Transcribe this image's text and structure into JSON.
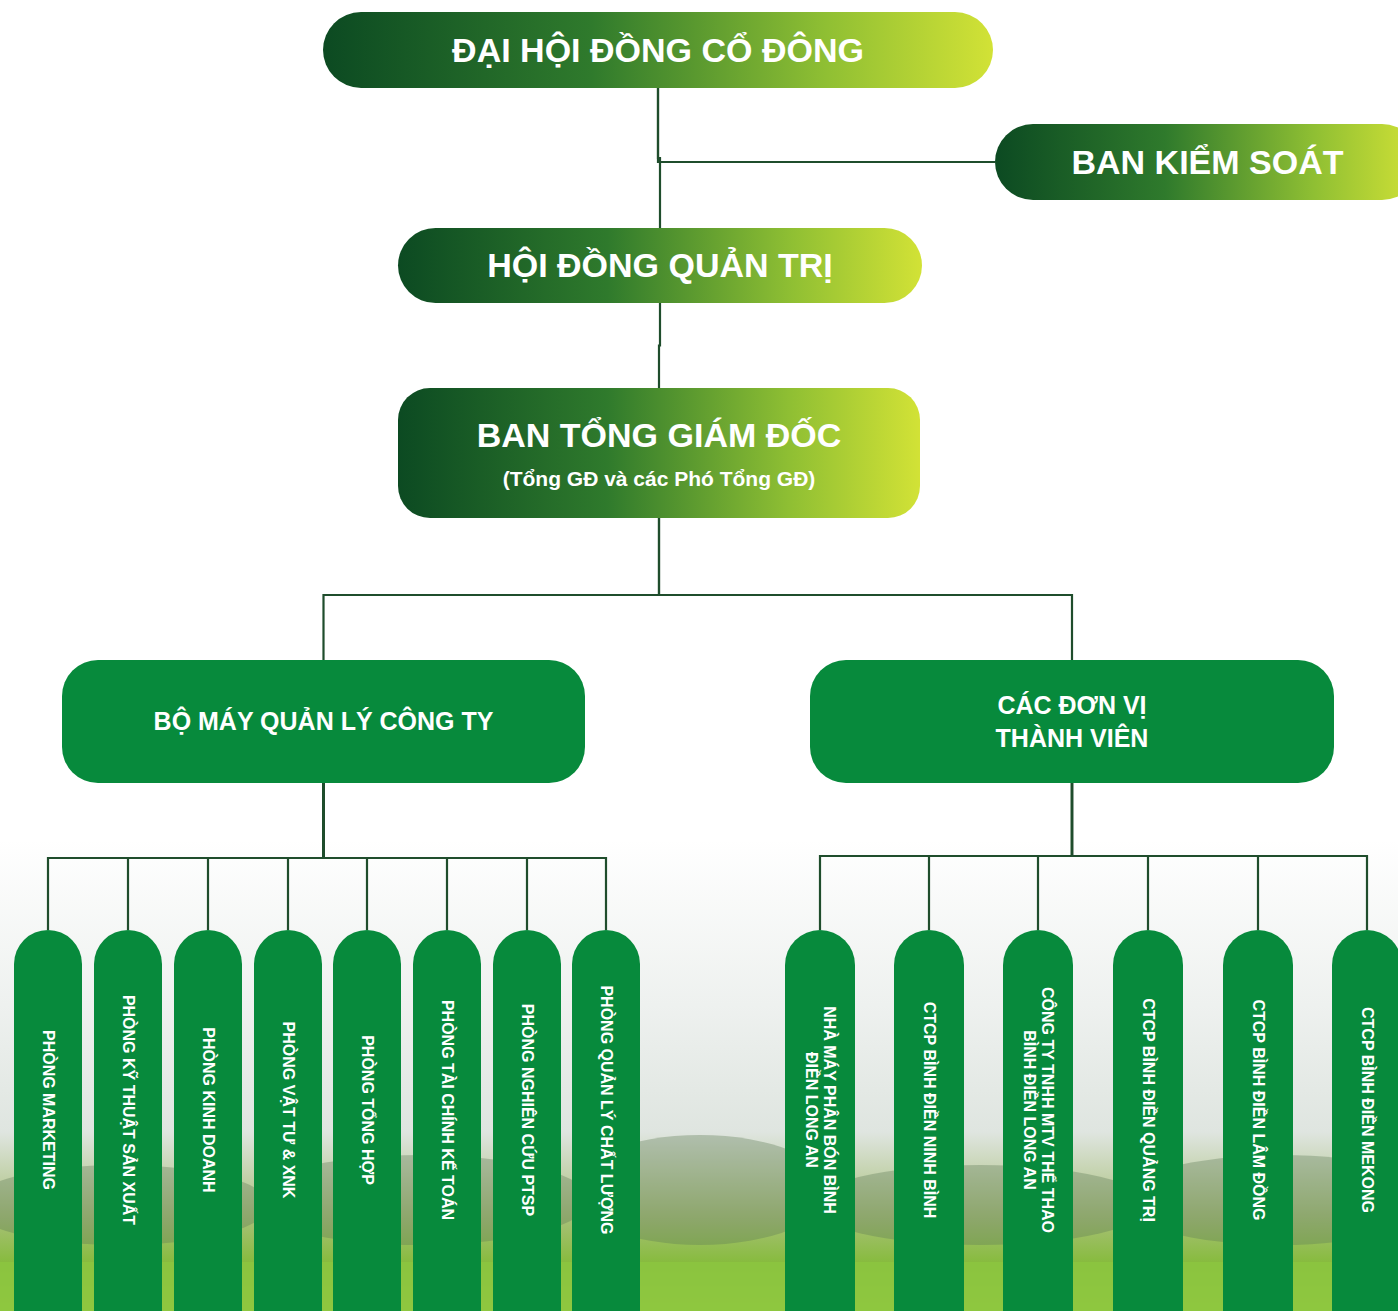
{
  "diagram": {
    "nodes": [
      {
        "text": [
          "ĐẠI HỘI ĐỒNG CỔ ĐÔNG"
        ]
      },
      {
        "text": [
          "BAN KIỂM SOÁT"
        ]
      },
      {
        "text": [
          "HỘI ĐỒNG QUẢN TRỊ"
        ]
      },
      {
        "text": [
          "BAN TỔNG GIÁM ĐỐC",
          "(Tổng GĐ và các Phó Tổng GĐ)"
        ]
      },
      {
        "text": [
          "BỘ MÁY QUẢN LÝ CÔNG TY"
        ]
      },
      {
        "text": [
          "CÁC ĐƠN VỊ THÀNH VIÊN"
        ]
      },
      {
        "text": [
          "PHÒNG MARKETING"
        ]
      },
      {
        "text": [
          "PHÒNG KỸ THUẬT SẢN XUẤT"
        ]
      },
      {
        "text": [
          "PHÒNG KINH DOANH"
        ]
      },
      {
        "text": [
          "PHÒNG VẬT TƯ & XNK"
        ]
      },
      {
        "text": [
          "PHÒNG TỔNG HỢP"
        ]
      },
      {
        "text": [
          "PHÒNG TÀI CHÍNH KẾ TOÁN"
        ]
      },
      {
        "text": [
          "PHÒNG NGHIÊN CỨU PTSP"
        ]
      },
      {
        "text": [
          "PHÒNG QUẢN LÝ CHẤT LƯỢNG"
        ]
      },
      {
        "text": [
          "NHÀ MÁY PHÂN BÓN BÌNH ĐIỀN LONG AN"
        ]
      },
      {
        "text": [
          "CTCP BÌNH ĐIỀN NINH BÌNH"
        ]
      },
      {
        "text": [
          "CÔNG TY TNHH MTV THỂ THAO BÌNH ĐIỀN LONG AN"
        ]
      },
      {
        "text": [
          "CTCP BÌNH ĐIỀN QUẢNG TRỊ"
        ]
      },
      {
        "text": [
          "CTCP BÌNH ĐIỀN LÂM ĐỒNG"
        ]
      },
      {
        "text": [
          "CTCP BÌNH ĐIỀN MEKONG"
        ]
      }
    ],
    "edges": [
      {
        "from": 0,
        "to": 2,
        "arrow": "none"
      },
      {
        "from": 0,
        "to": 1,
        "arrow": "none"
      },
      {
        "from": 2,
        "to": 3,
        "arrow": "none"
      },
      {
        "from": 3,
        "to": 4,
        "arrow": "none"
      },
      {
        "from": 3,
        "to": 5,
        "arrow": "none"
      },
      {
        "from": 4,
        "to": 6,
        "arrow": "none"
      },
      {
        "from": 4,
        "to": 7,
        "arrow": "none"
      },
      {
        "from": 4,
        "to": 8,
        "arrow": "none"
      },
      {
        "from": 4,
        "to": 9,
        "arrow": "none"
      },
      {
        "from": 4,
        "to": 10,
        "arrow": "none"
      },
      {
        "from": 4,
        "to": 11,
        "arrow": "none"
      },
      {
        "from": 4,
        "to": 12,
        "arrow": "none"
      },
      {
        "from": 4,
        "to": 13,
        "arrow": "none"
      },
      {
        "from": 5,
        "to": 14,
        "arrow": "none"
      },
      {
        "from": 5,
        "to": 15,
        "arrow": "none"
      },
      {
        "from": 5,
        "to": 16,
        "arrow": "none"
      },
      {
        "from": 5,
        "to": 17,
        "arrow": "none"
      },
      {
        "from": 5,
        "to": 18,
        "arrow": "none"
      },
      {
        "from": 5,
        "to": 19,
        "arrow": "none"
      }
    ]
  }
}
